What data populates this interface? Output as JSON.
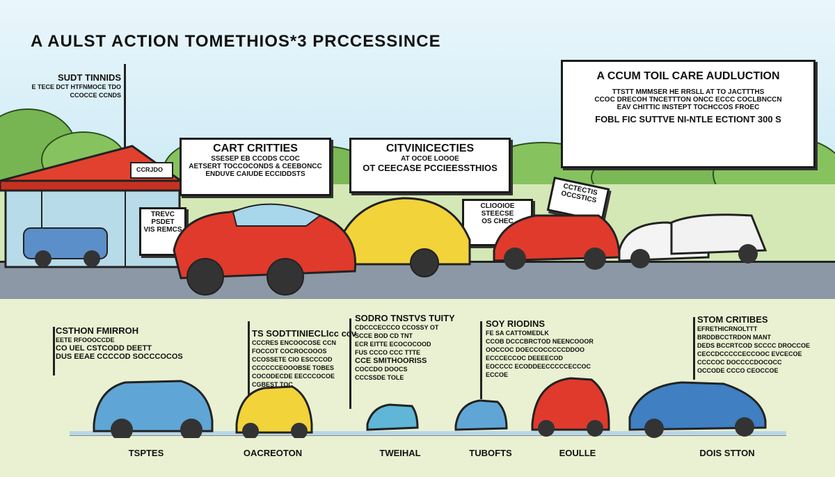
{
  "title": "A AULST ACTION TOMETHIOS*3 PRCCESSINCE",
  "signs": {
    "left_post": {
      "heading": "SUDT TINNIDS",
      "lines": [
        "E TECE DCT HTFNMOCE TDO",
        "CCOCCE CCNDS"
      ]
    },
    "booth": {
      "label": "CCRJDO"
    },
    "lot_sign": {
      "lines": [
        "TREVC",
        "PSDET",
        "VIS REMCS"
      ]
    },
    "cart": {
      "heading": "CART CRITTIES",
      "lines": [
        "SSESEP EB CCODS CCOC",
        "AETSERT TOCCOCONDS & CEEBONCC",
        "ENDUVE CAIUDE ECCIDDSTS"
      ]
    },
    "middle": {
      "heading": "CITVINICECTIES",
      "lines": [
        "AT OCOE LOOOE",
        "OT CEECASE PCCIEESSTHIOS"
      ]
    },
    "right_big": {
      "heading": "A CCUM TOIL CARE AUDLUCTION",
      "lines": [
        "TTSTT MMMSER HE RRSLL AT TO JACTTTHS",
        "CCOC DRECOH TNCETTTON ONCC ECCC COCLBNCCN",
        "EAV CHITTIC INSTEPT TOCHCCOS FROEC",
        "FOBL FIC SUTTVE NI-NTLE ECTIONT 300 S"
      ]
    },
    "small_right": {
      "lines": [
        "CLIOOIOE",
        "STEECSE",
        "OS CHEC"
      ]
    },
    "tilted": {
      "lines": [
        "CCTECTIS",
        "OCCSTICS"
      ]
    }
  },
  "columns": [
    {
      "heading": "CSTHON FMIRROH",
      "lines": [
        "EETE RFOOOCCDE",
        "",
        "CO UEL CSTCODD DEETT",
        "DUS EEAE CCCCOD SOCCCOCOS"
      ],
      "vehicle": "vintage-blue-car-icon",
      "label": "TSPTES"
    },
    {
      "heading": "TS SODTTINIECLIcc ccv",
      "lines": [
        "CCCRES ENCOOCOSE CCN",
        "FOCCOT COCROCOOOS",
        "CCOSSETE CIO ESCCCOD",
        "CCCCCCEOOOBSE TOBES",
        "COCODECDE EECCCOCOE",
        "CGBEST TOC"
      ],
      "vehicle": "yellow-coupe-icon",
      "label": "OACREOTON"
    },
    {
      "heading": "SODRO TNSTVS TUITY",
      "lines": [
        "CDCCCECCCO CCOSSY OT",
        "SCCE BOD CD TNT",
        "ECR EITTE ECOCOCOOD",
        "FUS CCCO CCC TTTE",
        "",
        "CCE SMITHOORISS",
        "COCCDO DOOCS",
        "CCCSSDE TOLE"
      ],
      "vehicle": "small-teal-car-icon",
      "label": "TWEIHAL"
    },
    {
      "heading": "SOY RIODINS",
      "lines": [
        "FE SA CATTOMEDLK",
        "CCOB DCCCBRCTOD NEENCOOOR",
        "OOCCOC DOECCOCCCCCDDOO",
        "ECCCECCOC DEEEECOD",
        "EOCCCC ECODDEECCCCCECCOC",
        "ECCOE"
      ],
      "vehicle": "small-blue-car-icon",
      "label": "TUBOFTS"
    },
    {
      "heading": "",
      "lines": [],
      "vehicle": "red-sports-car-icon",
      "label": "EOULLE"
    },
    {
      "heading": "STOM CRITIBES",
      "lines": [
        "EFRETHICRNOLTTT",
        "",
        "BRDDBCCTRDON MANT",
        "DEDS BCCRTCOD SCCCC DROCCOE",
        "CECCDCCCCCECCOOC EVCECOE",
        "CCCCOC DOCCCCDOCOCC",
        "OCCODE CCCO CEOCCOE"
      ],
      "vehicle": "blue-sedan-icon",
      "label": "DOIS STTON"
    }
  ],
  "colors": {
    "red": "#e03a2c",
    "yellow": "#f3d33a",
    "blue": "#5fa6d6",
    "ink": "#111111"
  }
}
